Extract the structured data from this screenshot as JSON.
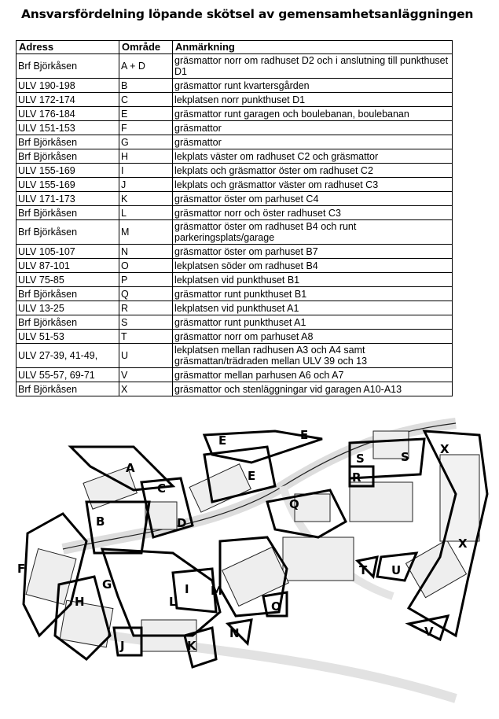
{
  "title": "Ansvarsfördelning löpande skötsel av gemensamhetsanläggningen",
  "table": {
    "headers": [
      "Adress",
      "Område",
      "Anmärkning"
    ],
    "rows": [
      [
        "Brf Björkåsen",
        "A + D",
        "gräsmattor norr om radhuset D2 och i anslutning till punkthuset D1"
      ],
      [
        "ULV 190-198",
        "B",
        "gräsmattor runt kvartersgården"
      ],
      [
        "ULV 172-174",
        "C",
        "lekplatsen norr punkthuset D1"
      ],
      [
        "ULV 176-184",
        "E",
        "gräsmattor runt garagen och boulebanan, boulebanan"
      ],
      [
        "ULV 151-153",
        "F",
        "gräsmattor"
      ],
      [
        "Brf Björkåsen",
        "G",
        "gräsmattor"
      ],
      [
        "Brf Björkåsen",
        "H",
        "lekplats väster om radhuset C2 och gräsmattor"
      ],
      [
        "ULV 155-169",
        "I",
        "lekplats och gräsmattor öster om radhuset C2"
      ],
      [
        "ULV 155-169",
        "J",
        "lekplats och gräsmattor väster om radhuset C3"
      ],
      [
        "ULV 171-173",
        "K",
        "gräsmattor öster om parhuset C4"
      ],
      [
        "Brf Björkåsen",
        "L",
        "gräsmattor norr och öster radhuset C3"
      ],
      [
        "Brf Björkåsen",
        "M",
        "gräsmattor öster om radhuset B4 och runt parkeringsplats/garage"
      ],
      [
        "ULV 105-107",
        "N",
        "gräsmattor öster om parhuset B7"
      ],
      [
        "ULV 87-101",
        "O",
        "lekplatsen söder om radhuset B4"
      ],
      [
        "ULV 75-85",
        "P",
        "lekplatsen vid punkthuset B1"
      ],
      [
        "Brf Björkåsen",
        "Q",
        "gräsmattor runt punkthuset B1"
      ],
      [
        "ULV 13-25",
        "R",
        "lekplatsen vid punkthuset A1"
      ],
      [
        "Brf Björkåsen",
        "S",
        "gräsmattor runt punkthuset A1"
      ],
      [
        "ULV 51-53",
        "T",
        "gräsmattor norr om parhuset A8"
      ],
      [
        "ULV 27-39, 41-49,",
        "U",
        "lekplatsen mellan radhusen A3 och A4 samt gräsmattan/trädraden mellan ULV 39 och 13"
      ],
      [
        "ULV 55-57, 69-71",
        "V",
        "gräsmattor mellan parhusen A6 och A7"
      ],
      [
        "Brf Björkåsen",
        "X",
        "gräsmattor och stenläggningar vid garagen A10-A13"
      ]
    ]
  },
  "map": {
    "labels": [
      "A",
      "B",
      "C",
      "D",
      "E",
      "E",
      "E",
      "F",
      "G",
      "H",
      "I",
      "J",
      "K",
      "L",
      "M",
      "N",
      "O",
      "Q",
      "R",
      "S",
      "S",
      "T",
      "U",
      "V",
      "X",
      "X"
    ]
  }
}
